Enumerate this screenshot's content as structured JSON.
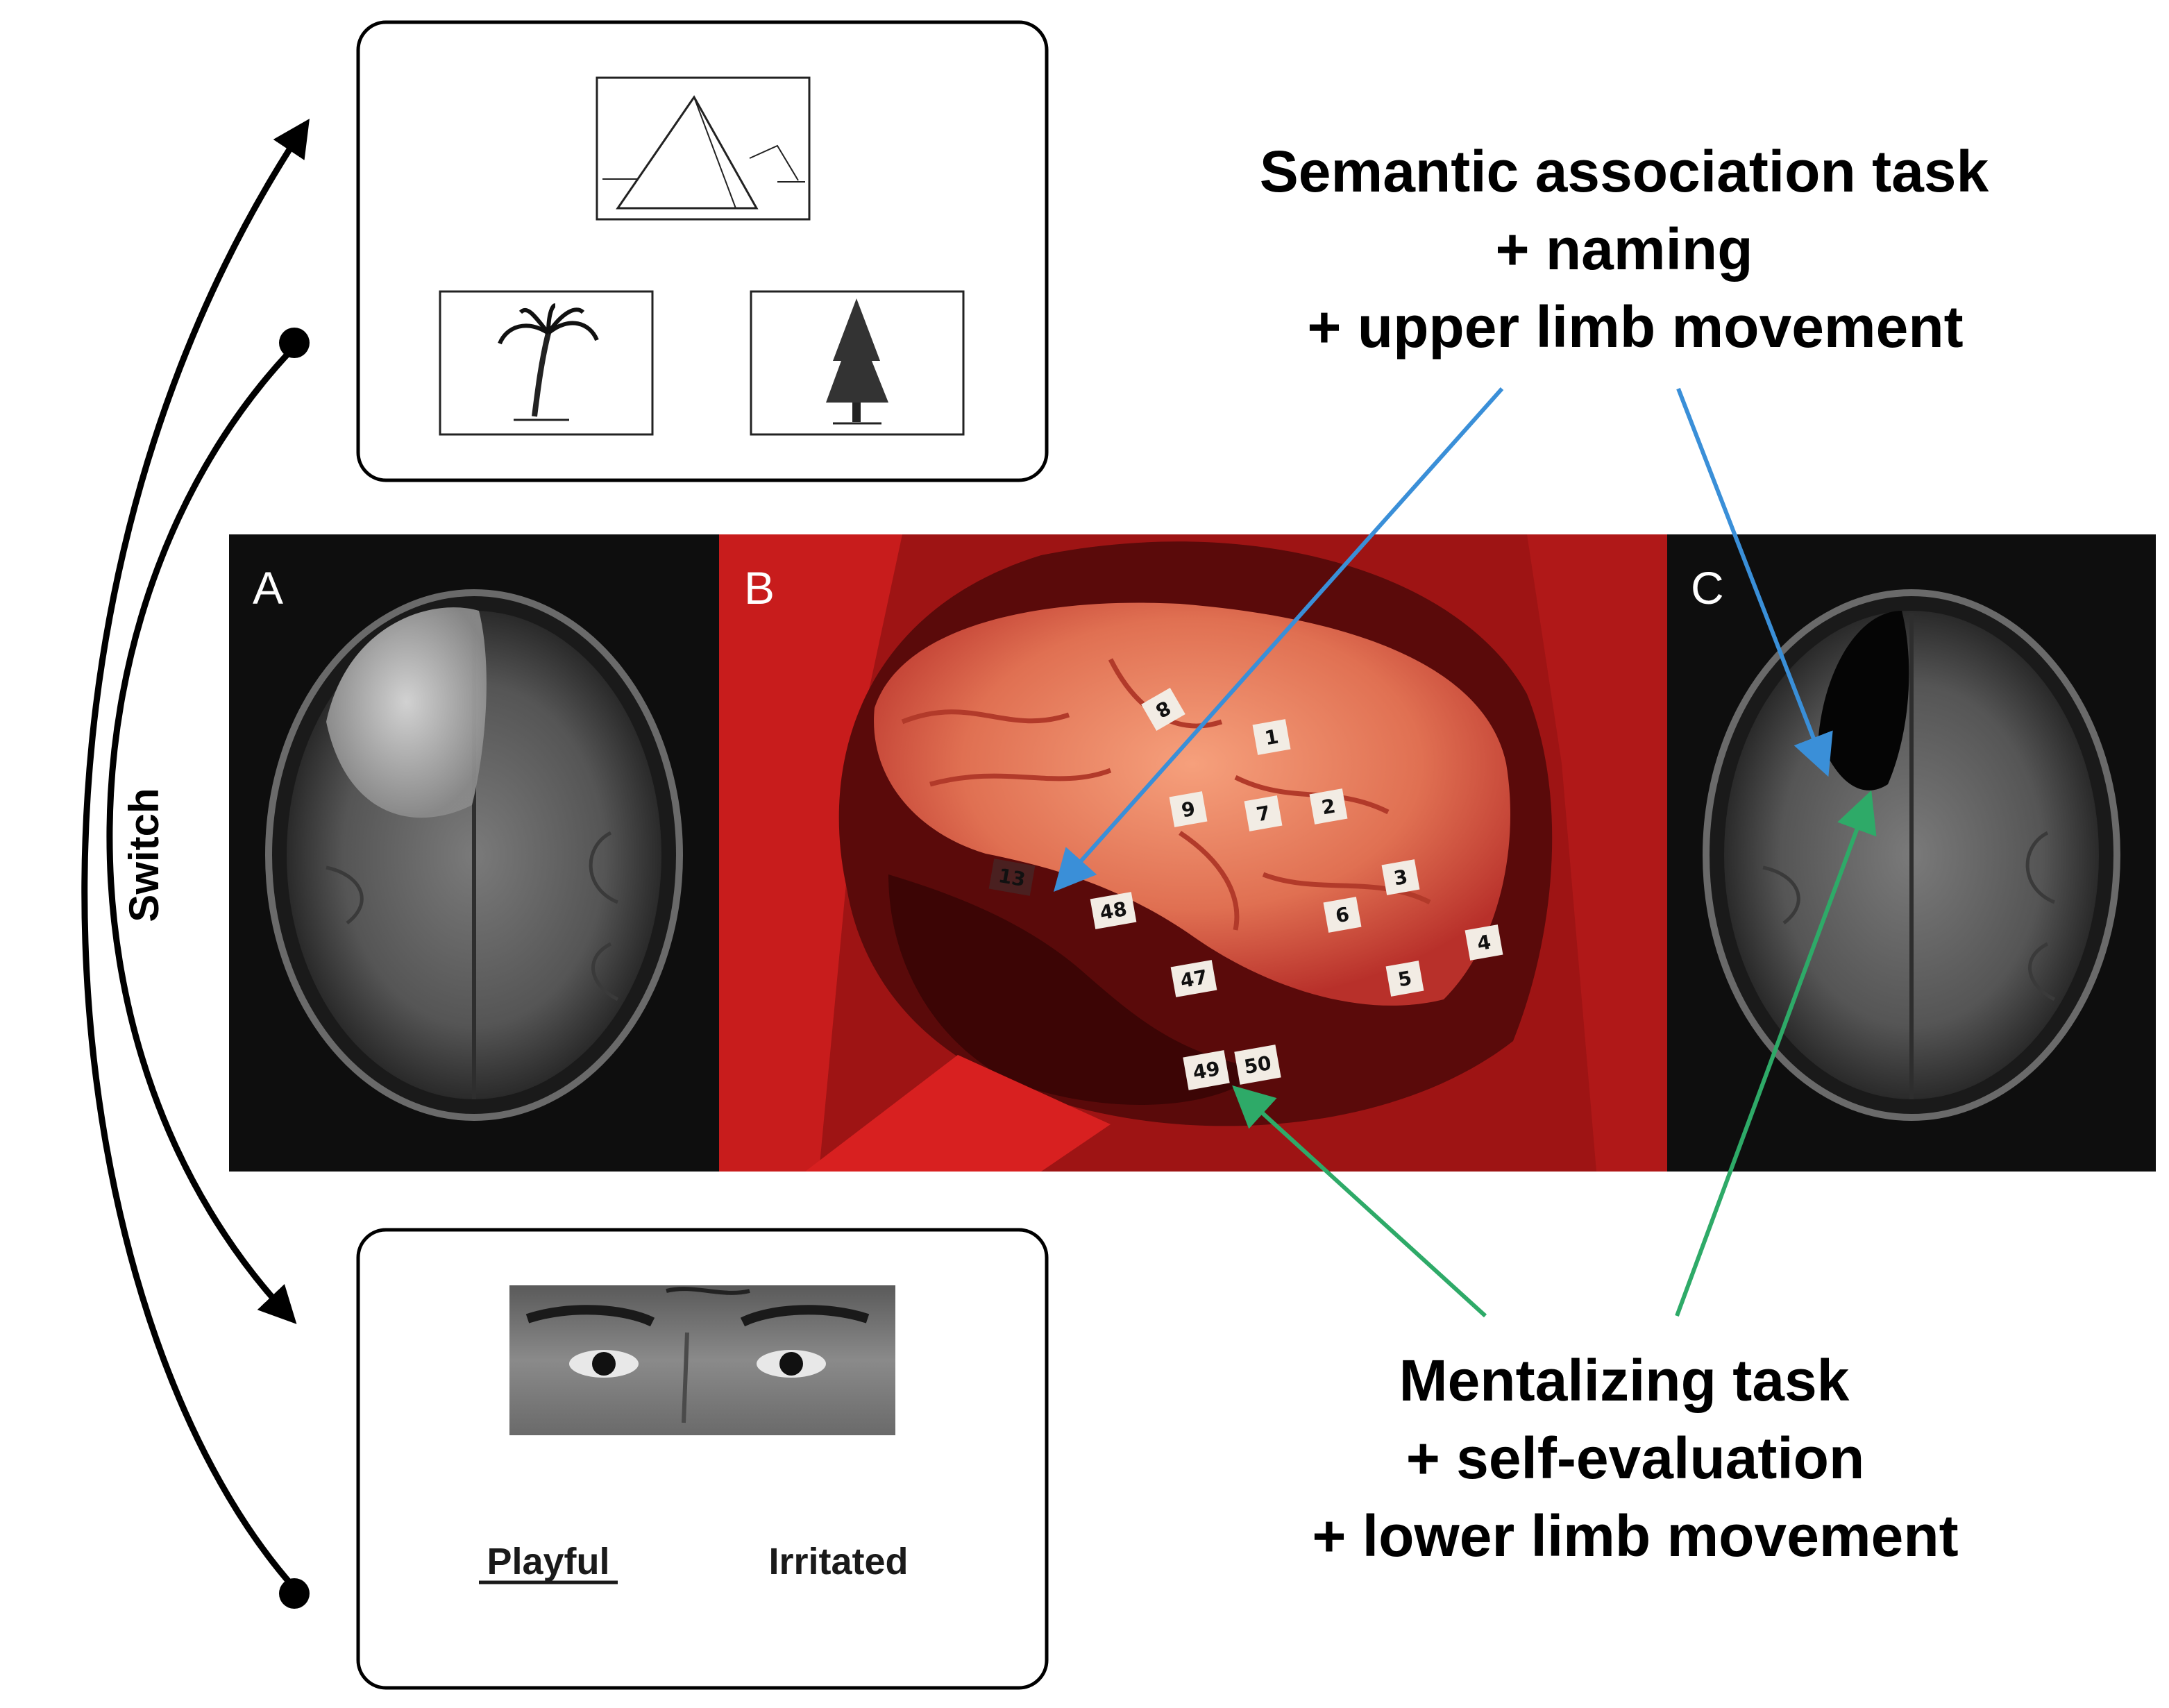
{
  "switch_label": "Switch",
  "panels": {
    "a": "A",
    "b": "B",
    "c": "C"
  },
  "semantic_task": {
    "line1": "Semantic association task",
    "line2": "+ naming",
    "line3": "+ upper limb movement",
    "arrow_color": "#3a8fd8"
  },
  "mentalizing_task": {
    "line1": "Mentalizing  task",
    "line2": "+ self-evaluation",
    "line3": "+ lower limb movement",
    "arrow_color": "#2eaa68"
  },
  "emotion_choices": {
    "left": "Playful",
    "right": "Irritated"
  },
  "stimulation_tags": [
    "1",
    "2",
    "3",
    "4",
    "5",
    "6",
    "7",
    "8",
    "9",
    "13",
    "47",
    "48",
    "49",
    "50"
  ]
}
